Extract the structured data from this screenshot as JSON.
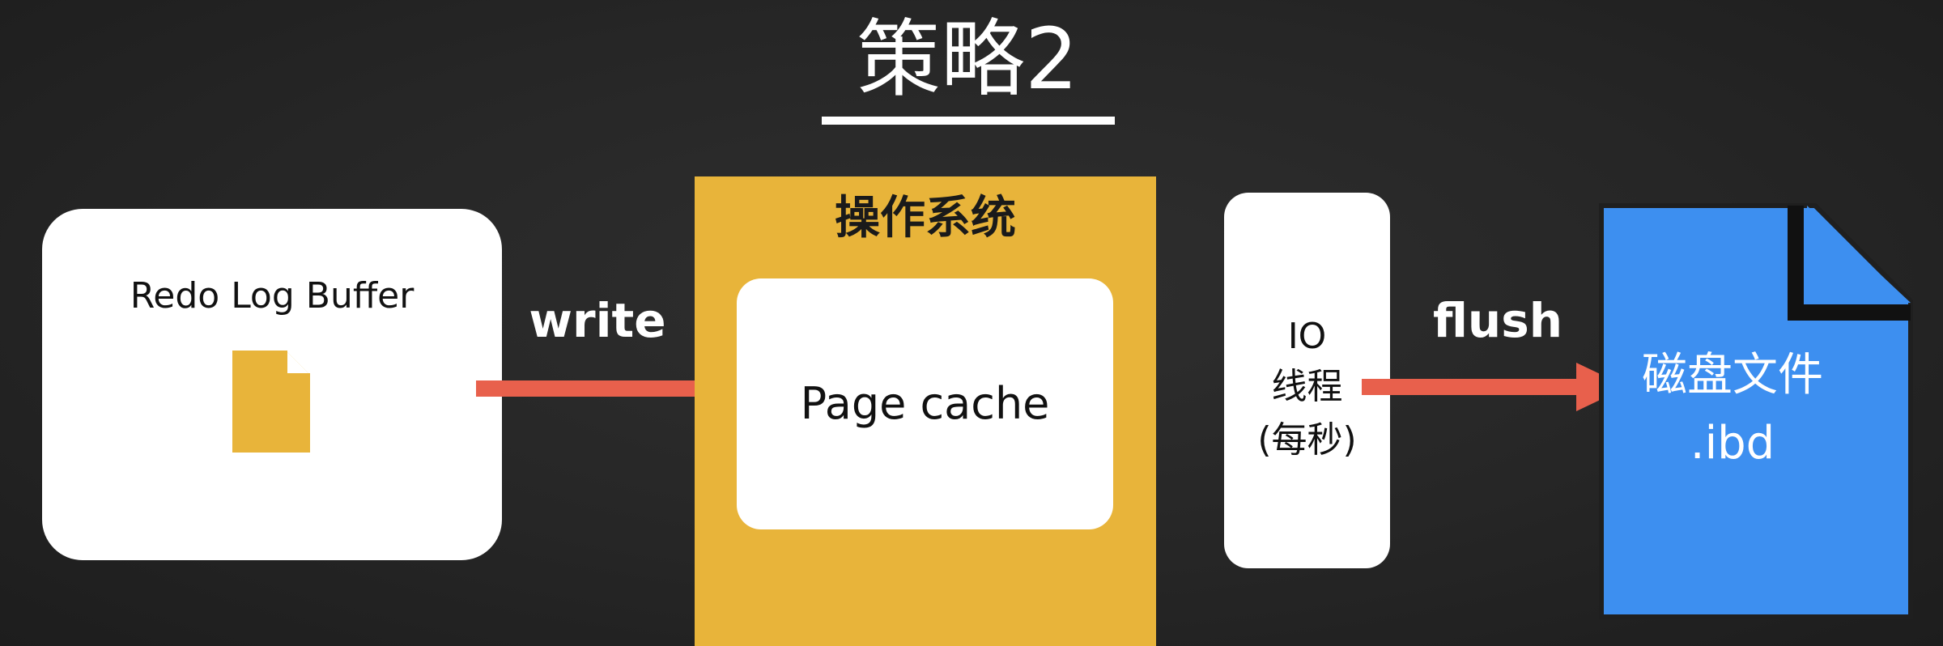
{
  "title": "策略2",
  "buffer": {
    "label": "Redo Log Buffer",
    "icon": "document-icon"
  },
  "write_label": "write",
  "os": {
    "label": "操作系统",
    "page_cache_label": "Page cache"
  },
  "io_thread": {
    "line1": "IO",
    "line2": "线程",
    "line3": "(每秒)"
  },
  "flush_label": "flush",
  "disk_file": {
    "line1": "磁盘文件",
    "line2": ".ibd"
  },
  "colors": {
    "background": "#262626",
    "arrow": "#e8604c",
    "os_box": "#e8b43a",
    "doc_icon": "#e8b43a",
    "disk_file": "#3d8ff0"
  }
}
